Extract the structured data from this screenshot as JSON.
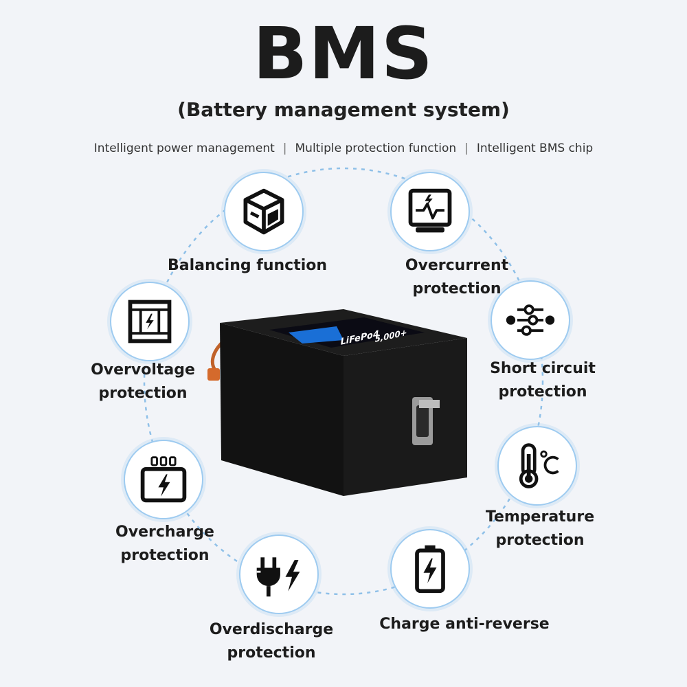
{
  "header": {
    "title": "BMS",
    "subtitle": "(Battery management system)",
    "features": [
      "Intelligent power management",
      "Multiple protection function",
      "Intelligent BMS chip"
    ]
  },
  "functions": [
    {
      "label": "Balancing function",
      "icon": "balance-cube-icon"
    },
    {
      "label": "Overcurrent protection",
      "icon": "monitor-pulse-icon"
    },
    {
      "label": "Short circuit\nprotection",
      "icon": "circuit-switch-icon"
    },
    {
      "label": "Temperature\nprotection",
      "icon": "thermometer-icon"
    },
    {
      "label": "Charge anti-reverse",
      "icon": "battery-charge-icon"
    },
    {
      "label": "Overdischarge\nprotection",
      "icon": "plug-lightning-icon"
    },
    {
      "label": "Overcharge\nprotection",
      "icon": "charger-lightning-icon"
    },
    {
      "label": "Overvoltage\nprotection",
      "icon": "voltage-frame-icon"
    }
  ],
  "product": {
    "label_lines": [
      "LiFePo4",
      "5,000+"
    ]
  },
  "colors": {
    "accent": "#9ecbf0",
    "dash": "#8fc0e8",
    "text": "#1c1c1c",
    "battery": "#161616",
    "label_blue": "#1a6fd6"
  }
}
